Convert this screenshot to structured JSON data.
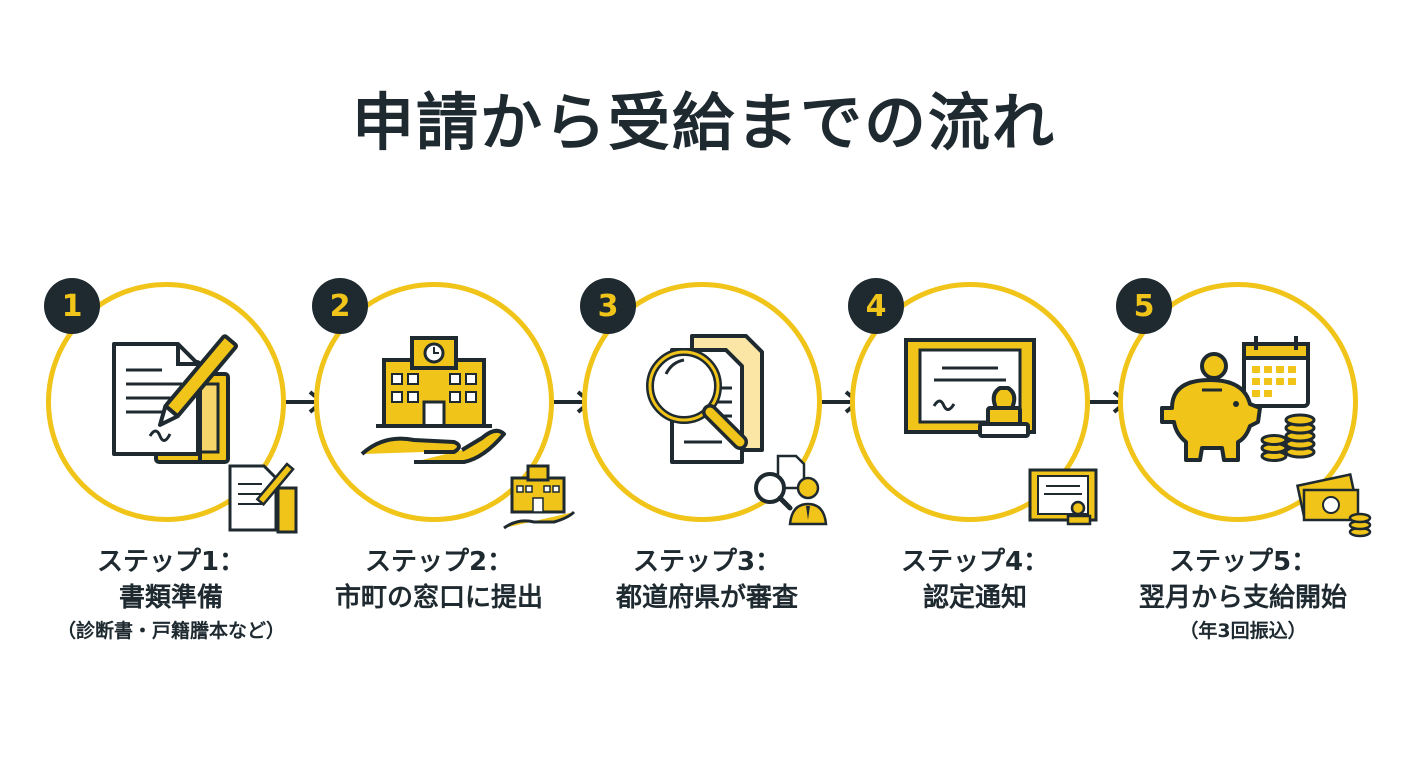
{
  "title": "申請から受給までの流れ",
  "steps": [
    {
      "number": "1",
      "line1": "ステップ1：",
      "line2": "書類準備",
      "sub": "（診断書・戸籍謄本など）"
    },
    {
      "number": "2",
      "line1": "ステップ2：",
      "line2": "市町の窓口に提出",
      "sub": ""
    },
    {
      "number": "3",
      "line1": "ステップ3：",
      "line2": "都道府県が審査",
      "sub": ""
    },
    {
      "number": "4",
      "line1": "ステップ4：",
      "line2": "認定通知",
      "sub": ""
    },
    {
      "number": "5",
      "line1": "ステップ5：",
      "line2": "翌月から支給開始",
      "sub": "（年3回振込）"
    }
  ],
  "colors": {
    "accent": "#f0c419",
    "dark": "#1e2a30",
    "pale": "#fbe6a6"
  },
  "icons": [
    "document-pen-icon",
    "government-office-hand-icon",
    "magnifier-document-icon",
    "certificate-stamp-icon",
    "piggy-bank-calendar-icon"
  ]
}
